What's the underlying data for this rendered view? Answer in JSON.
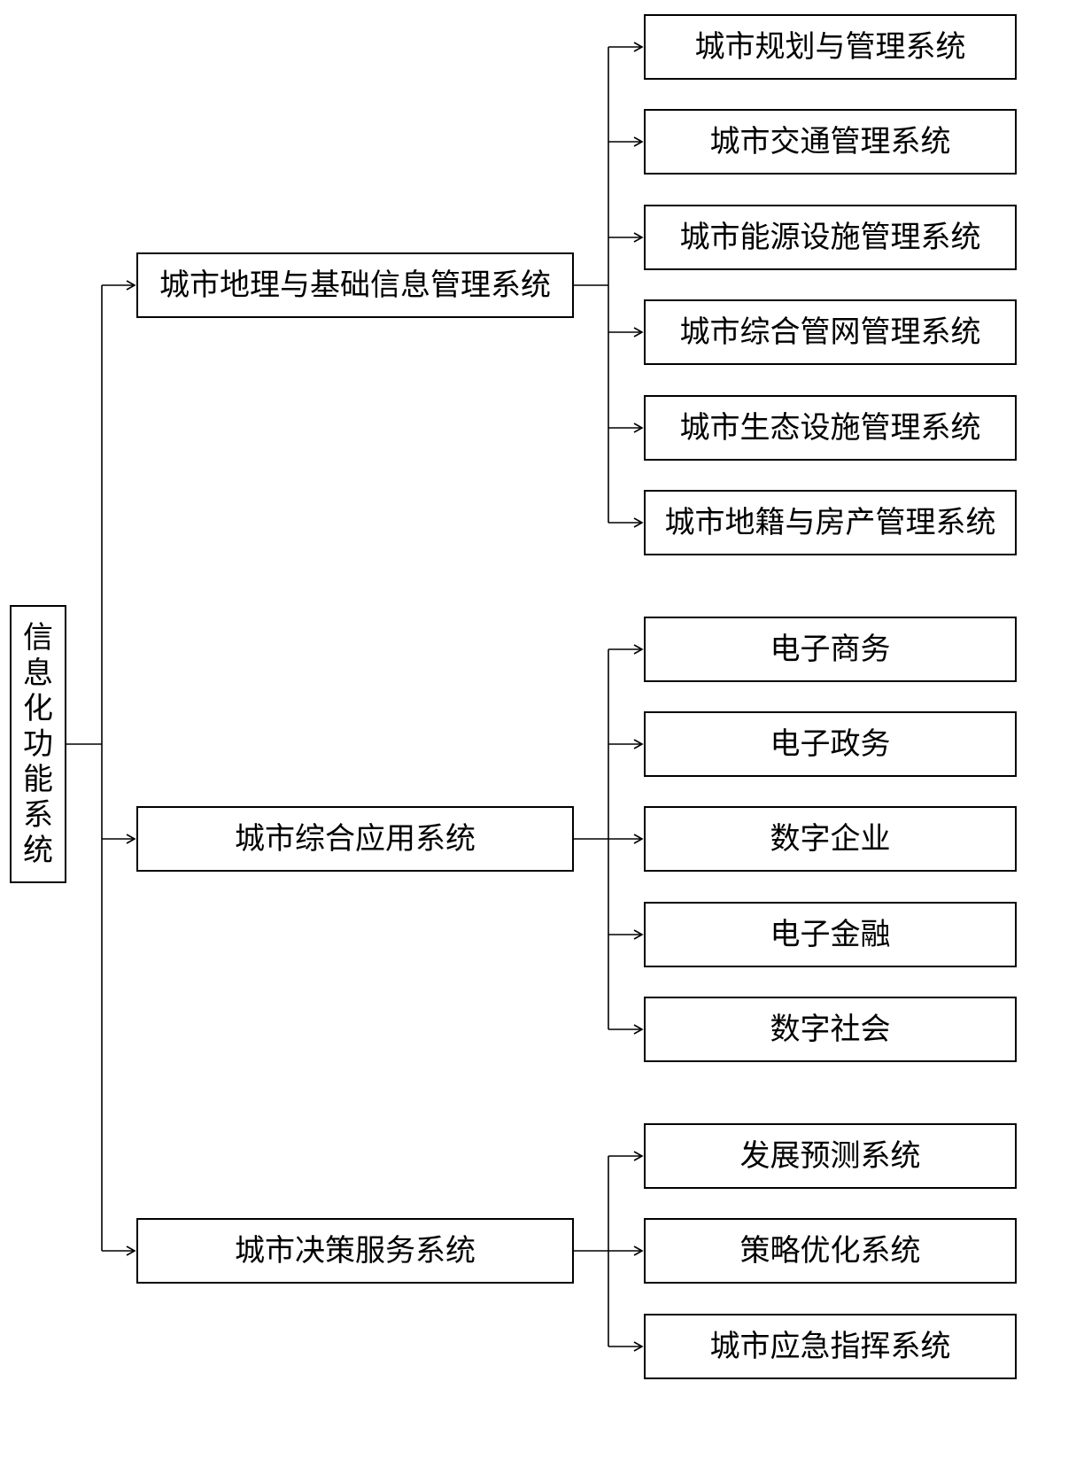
{
  "diagram": {
    "root": {
      "label": "信息化功能系统"
    },
    "branches": [
      {
        "label": "城市地理与基础信息管理系统",
        "children": [
          "城市规划与管理系统",
          "城市交通管理系统",
          "城市能源设施管理系统",
          "城市综合管网管理系统",
          "城市生态设施管理系统",
          "城市地籍与房产管理系统"
        ]
      },
      {
        "label": "城市综合应用系统",
        "children": [
          "电子商务",
          "电子政务",
          "数字企业",
          "电子金融",
          "数字社会"
        ]
      },
      {
        "label": "城市决策服务系统",
        "children": [
          "发展预测系统",
          "策略优化系统",
          "城市应急指挥系统"
        ]
      }
    ]
  }
}
